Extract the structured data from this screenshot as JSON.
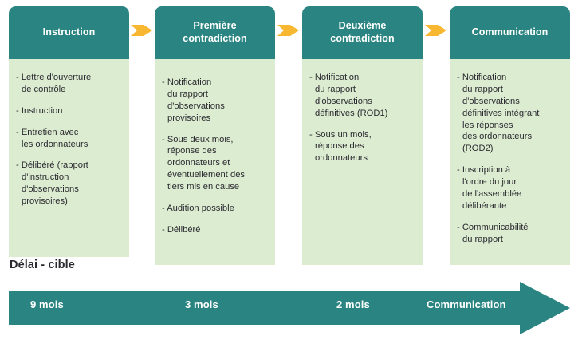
{
  "diagram": {
    "accent_teal": "#2a8582",
    "body_green": "#dcecd0",
    "connector_orange": "#f7b731",
    "text_dark": "#2b2a31",
    "columns": [
      {
        "title": "Instruction",
        "items": [
          "- Lettre d'ouverture\n   de contrôle",
          "- Instruction",
          "- Entretien avec\n   les ordonnateurs",
          "- Délibéré (rapport\n   d'instruction\n   d'observations\n   provisoires)"
        ]
      },
      {
        "title": "Première\ncontradiction",
        "items": [
          "- Notification\n   du rapport\n   d'observations\n   provisoires",
          "- Sous deux mois,\n   réponse des\n   ordonnateurs et\n   éventuellement des\n   tiers mis en cause",
          "- Audition possible",
          "- Délibéré"
        ]
      },
      {
        "title": "Deuxième\ncontradiction",
        "items": [
          "- Notification\n   du rapport\n   d'observations\n   définitives (ROD1)",
          "- Sous un mois,\n   réponse des\n   ordonnateurs"
        ]
      },
      {
        "title": "Communication",
        "items": [
          "- Notification\n   du rapport\n   d'observations\n   définitives intégrant\n   les réponses\n   des ordonnateurs\n   (ROD2)",
          "- Inscription à\n   l'ordre du jour\n   de l'assemblée\n   délibérante",
          "- Communicabilité\n   du rapport"
        ]
      }
    ],
    "connectors": [
      {
        "icon": "chevron-right-arrow-icon"
      },
      {
        "icon": "chevron-right-arrow-icon"
      },
      {
        "icon": "chevron-right-arrow-icon"
      }
    ],
    "delay": {
      "label": "Délai - cible",
      "milestones": [
        "9 mois",
        "3 mois",
        "2 mois",
        "Communication"
      ]
    }
  }
}
